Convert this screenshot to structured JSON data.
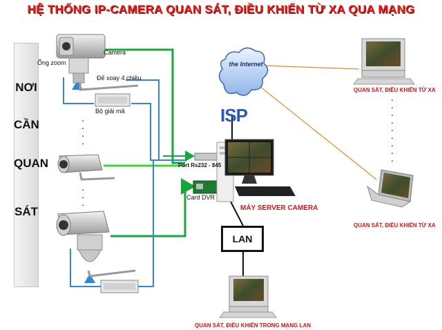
{
  "title": "HỆ THỐNG IP-CAMERA QUAN SÁT, ĐIỀU KHIỂN TỪ XA QUA MẠNG",
  "side_panel": [
    "NƠI",
    "CẦN",
    "QUAN",
    "SÁT"
  ],
  "labels": {
    "camera": "Camera",
    "zoom": "Ống zoom",
    "pan": "Đế xoay 4 chiều",
    "decoder": "Bộ giải mã",
    "port": "Port Rs232 - 845",
    "card": "Card DVR",
    "server": "MÁY SERVER CAMERA",
    "lan": "LAN",
    "isp": "ISP",
    "internet": "the Internet",
    "remote_top": "QUAN SÁT, ĐIỀU KHIỂN TỪ XA",
    "remote_bottom": "QUAN SÁT, ĐIỀU KHIỂN TỪ XA",
    "lan_client": "QUAN SÁT, ĐIỀU KHIỂN TRONG MẠNG LAN"
  },
  "colors": {
    "title": "#e2201b",
    "green_line": "#17a53c",
    "bright_green": "#3fd23f",
    "blue_line": "#2f86d6",
    "orange_line": "#e8862a",
    "red_label": "#d0141a"
  },
  "icons": [
    "ptz-camera-icon",
    "bullet-camera-icon",
    "dome-camera-icon",
    "decoder-icon",
    "internet-cloud-icon",
    "server-computer-icon",
    "desktop-computer-icon",
    "laptop-icon"
  ]
}
